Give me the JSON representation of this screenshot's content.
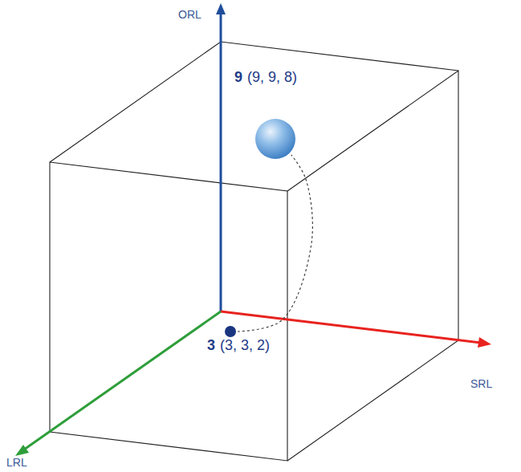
{
  "diagram": {
    "nodes": [
      {
        "text": [
          "9",
          "(9, 9, 8)"
        ]
      },
      {
        "text": [
          "3",
          "(3, 3, 2)"
        ]
      }
    ],
    "edges": [
      {
        "from": 1,
        "to": 0,
        "arrow": "none"
      }
    ],
    "labels": [
      "ORL",
      "SRL",
      "LRL"
    ]
  }
}
